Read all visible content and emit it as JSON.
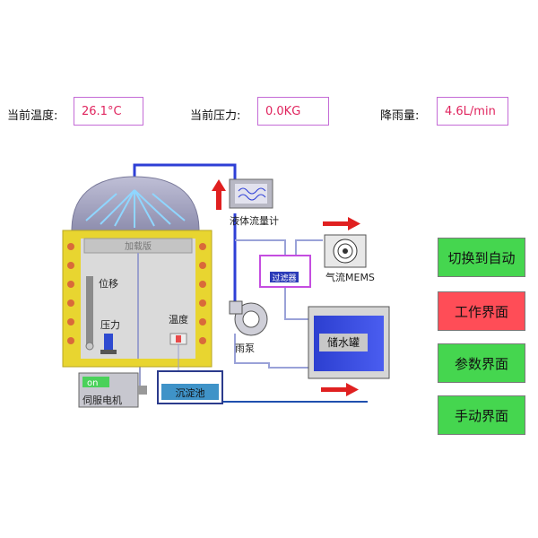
{
  "readouts": {
    "temperature": {
      "label": "当前温度:",
      "value": "26.1°C"
    },
    "pressure": {
      "label": "当前压力:",
      "value": "0.0KG"
    },
    "rainfall": {
      "label": "降雨量:",
      "value": "4.6L/min"
    }
  },
  "diagram": {
    "loading_plate": "加载版",
    "displacement": "位移",
    "force": "压力",
    "temp": "温度",
    "flowmeter": "液体流量计",
    "filter": "过滤器",
    "airflow": "气流MEMS",
    "pump": "雨泵",
    "tank": "储水罐",
    "sediment": "沉淀池",
    "servo": "伺服电机",
    "servo_state": "on"
  },
  "nav": {
    "auto": "切换到自动",
    "work": "工作界面",
    "params": "参数界面",
    "manual": "手动界面"
  },
  "colors": {
    "accent_green": "#45d64f",
    "accent_red": "#ff4d57",
    "value_red": "#e0245e",
    "pipe_blue": "#2e3fd6",
    "chamber_yellow": "#e8d530"
  }
}
